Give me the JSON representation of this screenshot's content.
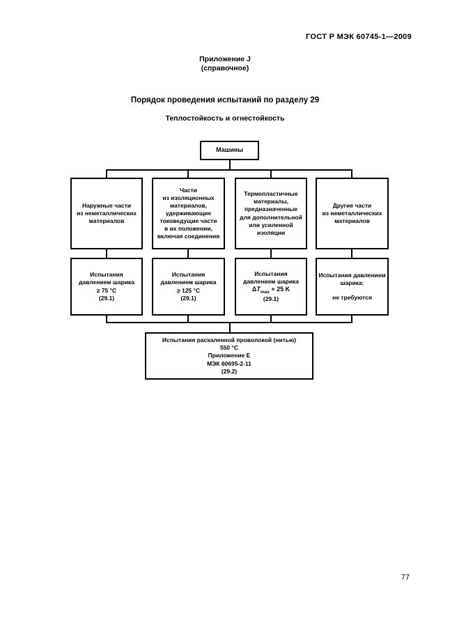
{
  "page": {
    "header": "ГОСТ Р МЭК 60745-1—2009",
    "annex": [
      "Приложение J",
      "(справочное)"
    ],
    "title": "Порядок проведения испытаний по разделу 29",
    "subtitle": "Теплостойкость и огнестойкость",
    "page_number": "77"
  },
  "flowchart": {
    "root": "Машины",
    "row2": [
      {
        "lines": [
          "Наружные части",
          "из неметаллических",
          "материалов"
        ]
      },
      {
        "lines": [
          "Части",
          "из изоляционных",
          "материалов,",
          "удерживающие",
          "токоведущие части",
          "в их положении,",
          "включая соединения"
        ]
      },
      {
        "lines": [
          "Термопластичные",
          "материалы,",
          "предназначенные",
          "для дополнительной",
          "или усиленной",
          "изоляции"
        ]
      },
      {
        "lines": [
          "Другие части",
          "из неметаллических",
          "материалов"
        ]
      }
    ],
    "row3": [
      {
        "lines": [
          "Испытания",
          "давлением шарика",
          "≥ 75 °С",
          "(29.1)"
        ]
      },
      {
        "lines": [
          "Испытания",
          "давлением шарика",
          "≥ 125 °С",
          "(29.1)"
        ]
      },
      {
        "lines_top": [
          "Испытания",
          "давлением шарика"
        ],
        "formula": {
          "delta": "Δ",
          "t": "T",
          "sub": "max",
          "rest": " + 25 K"
        },
        "ref": "(29.1)"
      },
      {
        "lines_top": [
          "Испытания давлением",
          "шарика:"
        ],
        "note": "не требуются"
      }
    ],
    "bottom": {
      "lines": [
        "Испытания раскаленной проволокой (нитью)",
        "550 °С",
        "Приложение Е",
        "МЭК 60695-2-11",
        "(29.2)"
      ]
    }
  }
}
